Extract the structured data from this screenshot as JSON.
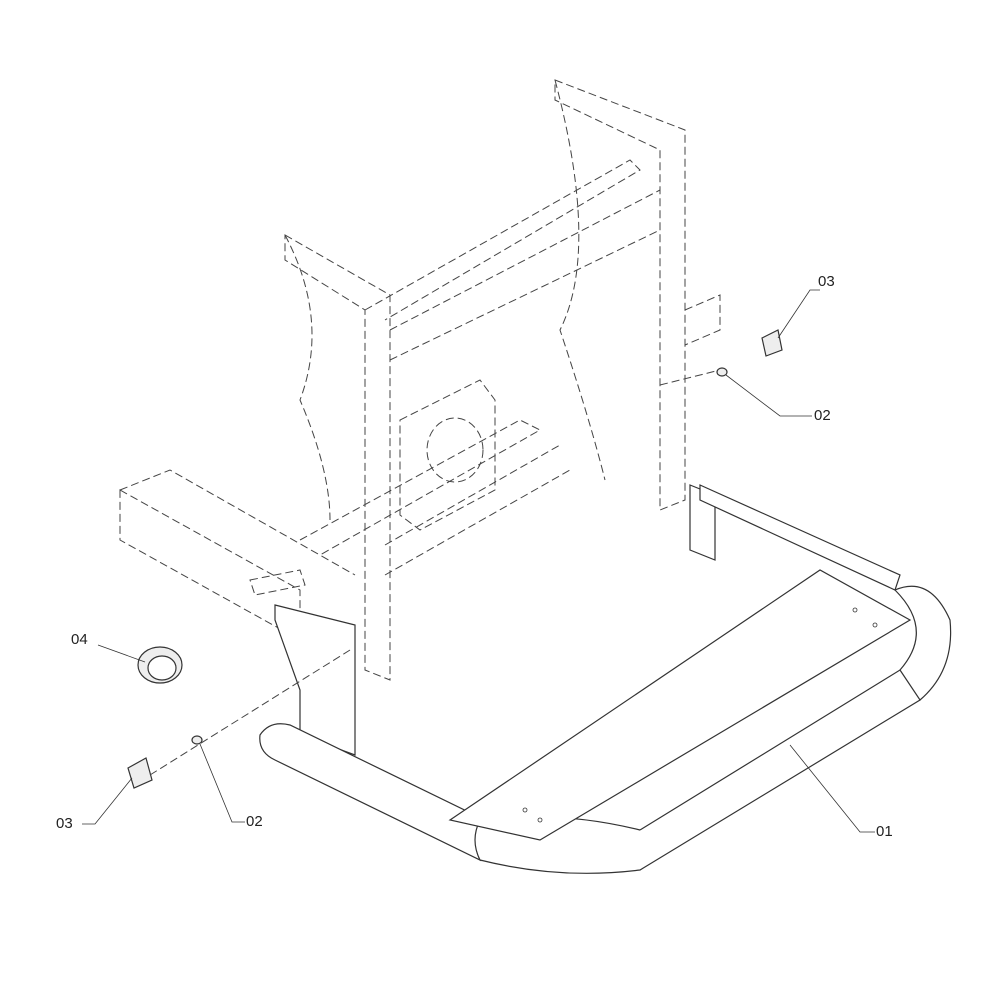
{
  "diagram": {
    "callouts": [
      {
        "id": "03",
        "label": "03"
      },
      {
        "id": "02",
        "label": "02"
      },
      {
        "id": "04",
        "label": "04"
      },
      {
        "id": "03b",
        "label": "03"
      },
      {
        "id": "02b",
        "label": "02"
      },
      {
        "id": "01",
        "label": "01"
      }
    ]
  }
}
